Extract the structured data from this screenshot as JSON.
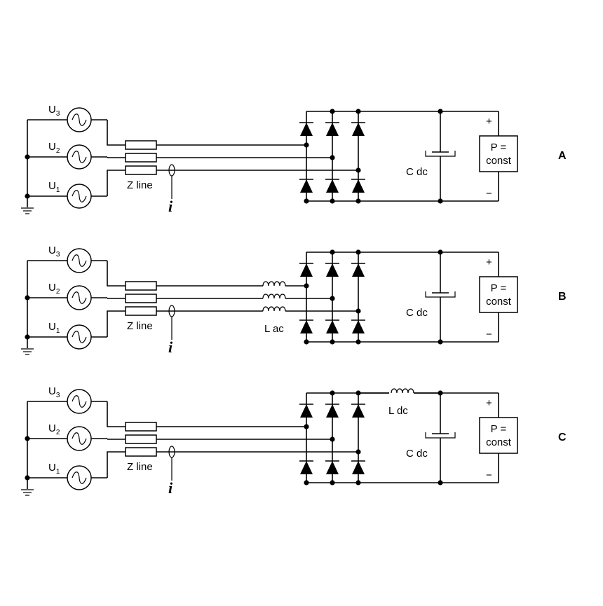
{
  "colors": {
    "ink": "#000000",
    "background": "#ffffff"
  },
  "panels": [
    {
      "id": "A",
      "letter": "A",
      "sources": [
        {
          "label": "U",
          "sub": "3"
        },
        {
          "label": "U",
          "sub": "2"
        },
        {
          "label": "U",
          "sub": "1"
        }
      ],
      "line_label": "Z line",
      "current_label": "i",
      "ac_inductor_label": null,
      "dc_inductor_label": null,
      "capacitor_label": "C dc",
      "plus": "+",
      "minus": "−",
      "load_line1": "P =",
      "load_line2": "const"
    },
    {
      "id": "B",
      "letter": "B",
      "sources": [
        {
          "label": "U",
          "sub": "3"
        },
        {
          "label": "U",
          "sub": "2"
        },
        {
          "label": "U",
          "sub": "1"
        }
      ],
      "line_label": "Z line",
      "current_label": "i",
      "ac_inductor_label": "L ac",
      "dc_inductor_label": null,
      "capacitor_label": "C dc",
      "plus": "+",
      "minus": "−",
      "load_line1": "P =",
      "load_line2": "const"
    },
    {
      "id": "C",
      "letter": "C",
      "sources": [
        {
          "label": "U",
          "sub": "3"
        },
        {
          "label": "U",
          "sub": "2"
        },
        {
          "label": "U",
          "sub": "1"
        }
      ],
      "line_label": "Z line",
      "current_label": "i",
      "ac_inductor_label": null,
      "dc_inductor_label": "L dc",
      "capacitor_label": "C dc",
      "plus": "+",
      "minus": "−",
      "load_line1": "P =",
      "load_line2": "const"
    }
  ]
}
